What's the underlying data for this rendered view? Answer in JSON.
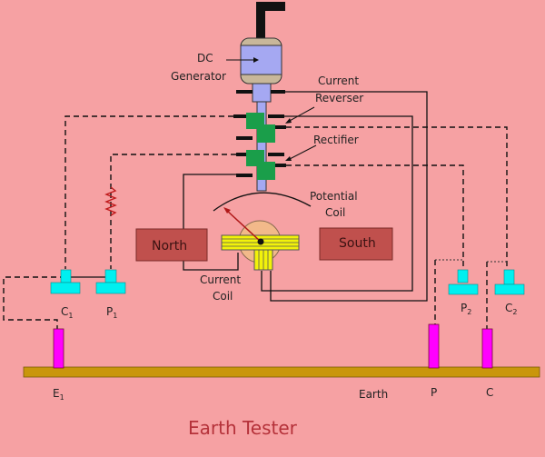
{
  "title": "Earth Tester",
  "colors": {
    "background": "#f6a1a3",
    "shaft": "#a5a8f2",
    "brush": "#111111",
    "segment": "#1a9e4a",
    "magnet": "#c0504d",
    "coil": "#f2f20a",
    "terminal": "#00f0f0",
    "electrode": "#ff00ff",
    "ground": "#c9960c",
    "pointer": "#b01818",
    "title": "#b5323a"
  },
  "labels": {
    "dc_generator_line1": "DC",
    "dc_generator_line2": "Generator",
    "current_reverser_line1": "Current",
    "current_reverser_line2": "Reverser",
    "rectifier": "Rectifier",
    "potential_coil_line1": "Potential",
    "potential_coil_line2": "Coil",
    "current_coil_line1": "Current",
    "current_coil_line2": "Coil",
    "north": "North",
    "south": "South",
    "earth": "Earth"
  },
  "terminals": [
    {
      "id": "c1",
      "main": "C",
      "sub": "1"
    },
    {
      "id": "p1",
      "main": "P",
      "sub": "1"
    },
    {
      "id": "p2",
      "main": "P",
      "sub": "2"
    },
    {
      "id": "c2",
      "main": "C",
      "sub": "2"
    }
  ],
  "electrodes": [
    {
      "id": "e1",
      "main": "E",
      "sub": "1"
    },
    {
      "id": "p",
      "main": "P",
      "sub": ""
    },
    {
      "id": "c",
      "main": "C",
      "sub": ""
    }
  ]
}
